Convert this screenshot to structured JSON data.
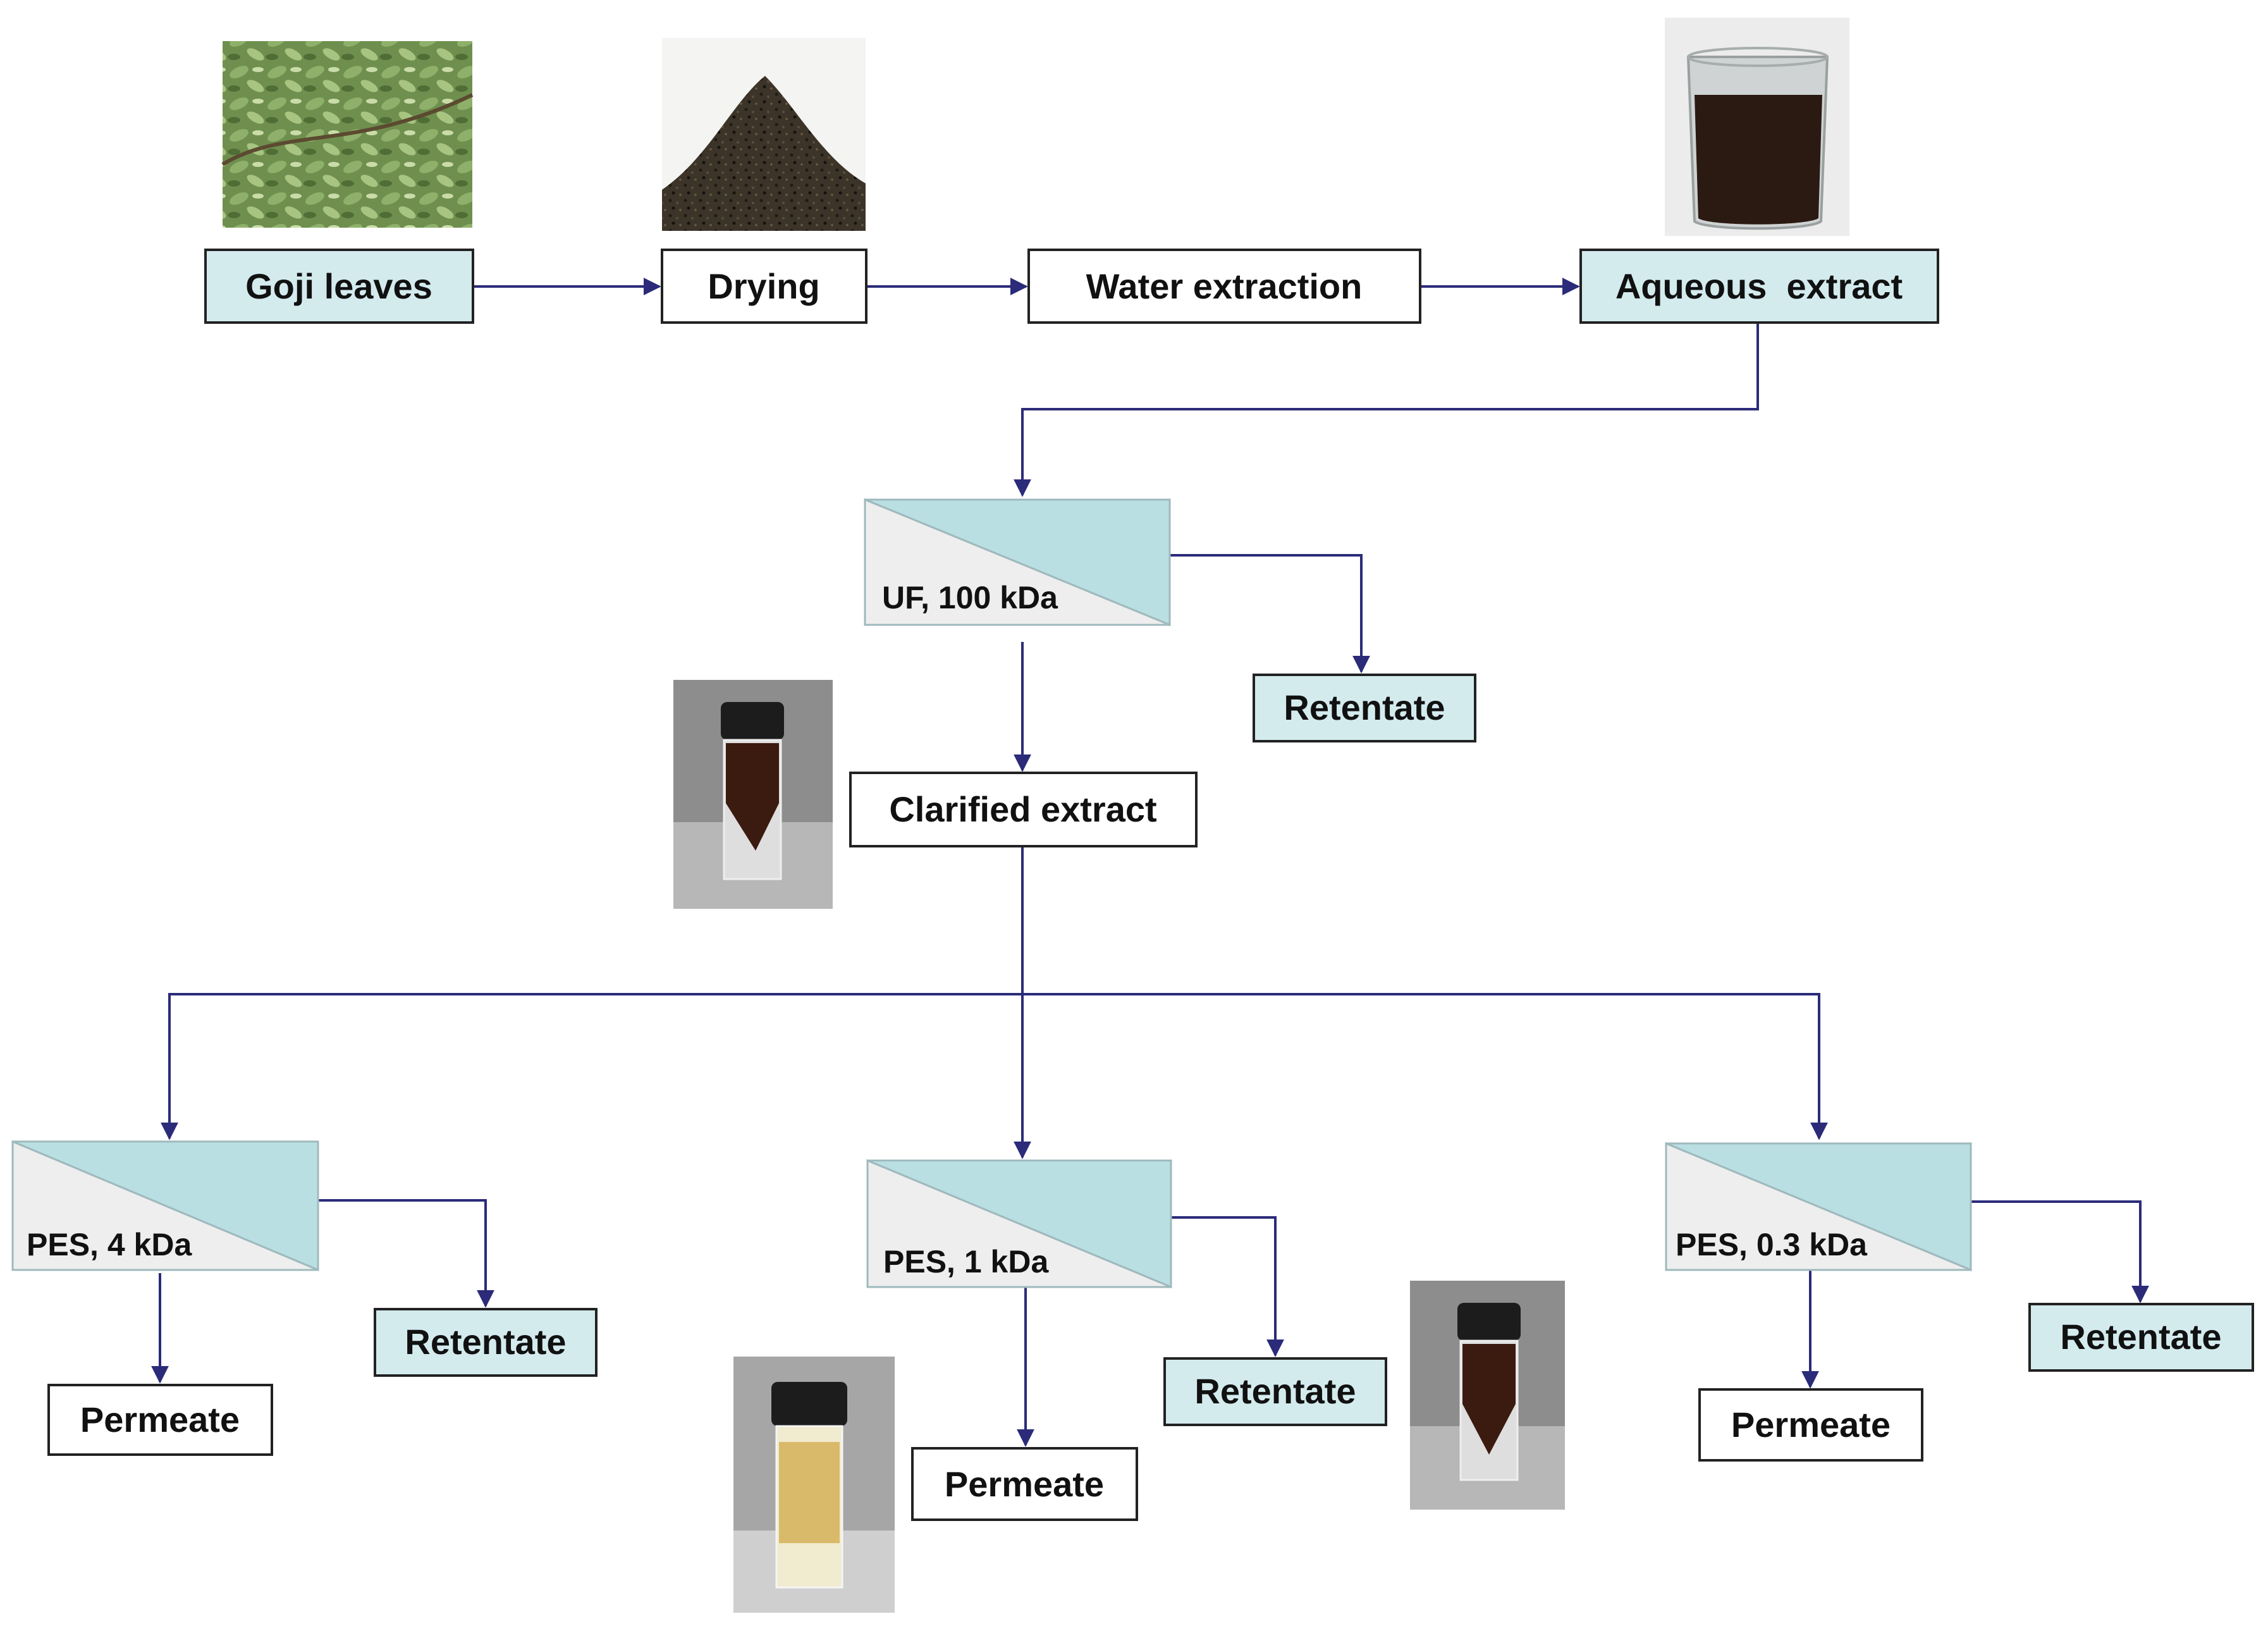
{
  "colors": {
    "flow_line": "#2b2b7a",
    "highlight_box": "#d4ebee",
    "plain_box": "#ffffff",
    "membrane_top": "#b9dfe3",
    "membrane_bottom": "#eeeeee",
    "box_border": "#222222"
  },
  "nodes": {
    "goji_leaves": "Goji leaves",
    "drying": "Drying",
    "water_extraction": "Water extraction",
    "aqueous_extract": "Aqueous  extract",
    "clarified_extract": "Clarified extract",
    "retentate_uf": "Retentate",
    "retentate_4": "Retentate",
    "permeate_4": "Permeate",
    "retentate_1": "Retentate",
    "permeate_1": "Permeate",
    "retentate_03": "Retentate",
    "permeate_03": "Permeate"
  },
  "membranes": {
    "uf": "UF, 100 kDa",
    "pes4": "PES, 4 kDa",
    "pes1": "PES, 1 kDa",
    "pes03": "PES, 0.3 kDa"
  },
  "photos": {
    "leaves": "goji-leaves-photo",
    "dried": "dried-leaves-photo",
    "beaker": "aqueous-extract-beaker-photo",
    "vial_clarified": "clarified-extract-vial-photo",
    "vial_permeate": "permeate-vial-photo",
    "vial_retentate": "retentate-vial-photo"
  }
}
